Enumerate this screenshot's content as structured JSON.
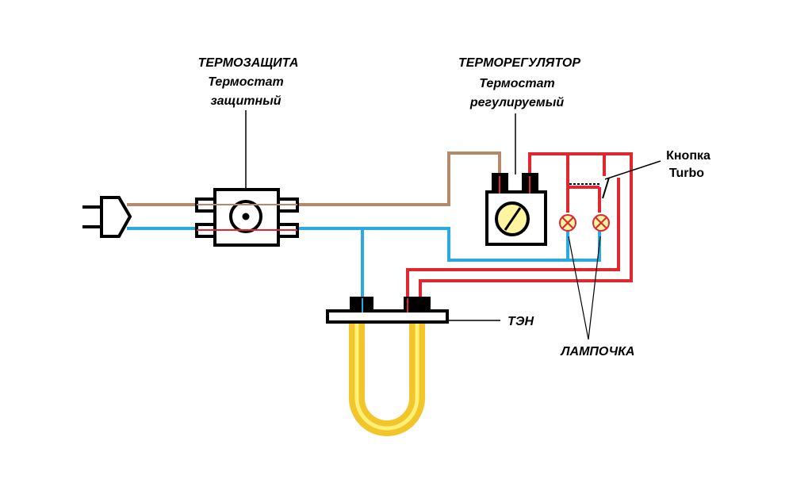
{
  "labels": {
    "thermal_protection_title": "ТЕРМОЗАЩИТА",
    "thermal_protection_line1": "Термостат",
    "thermal_protection_line2": "защитный",
    "thermoregulator_title": "ТЕРМОРЕГУЛЯТОР",
    "thermoregulator_line1": "Термостат",
    "thermoregulator_line2": "регулируемый",
    "turbo_line1": "Кнопка",
    "turbo_line2": "Turbo",
    "heater": "ТЭН",
    "lamp": "ЛАМПОЧКА"
  },
  "colors": {
    "brown_wire": "#b48a6a",
    "blue_wire": "#29abe2",
    "red_wire": "#e0262e",
    "heater_outer": "#f2c52b",
    "heater_inner": "#fff176",
    "lamp_fill": "#fff5a0",
    "outline": "#000000"
  }
}
